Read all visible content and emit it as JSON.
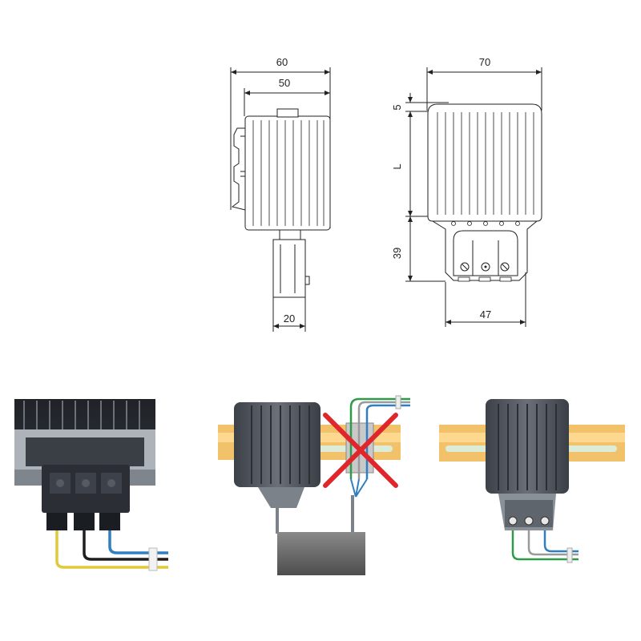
{
  "dimensions": {
    "side_total_width": "60",
    "side_body_width": "50",
    "side_terminal_width": "20",
    "front_width": "70",
    "front_top_gap": "5",
    "front_height": "L",
    "front_terminal_height": "39",
    "front_terminal_width": "47"
  },
  "colors": {
    "din_rail": "#f2c26a",
    "rail_slot": "#dcecd8",
    "heater_body": "#4a4f57",
    "cross": "#e0262b",
    "wire_green": "#2e9a4a",
    "wire_blue": "#2f7fc1",
    "wire_grey": "#9a9a9a",
    "wire_yellow": "#e1c93a",
    "wire_black": "#1e1e1e"
  },
  "icons": {
    "wrong_mark": "red-x-cross-icon",
    "terminal_screw": "screw-icon",
    "earth_symbol": "ground-symbol-icon"
  }
}
